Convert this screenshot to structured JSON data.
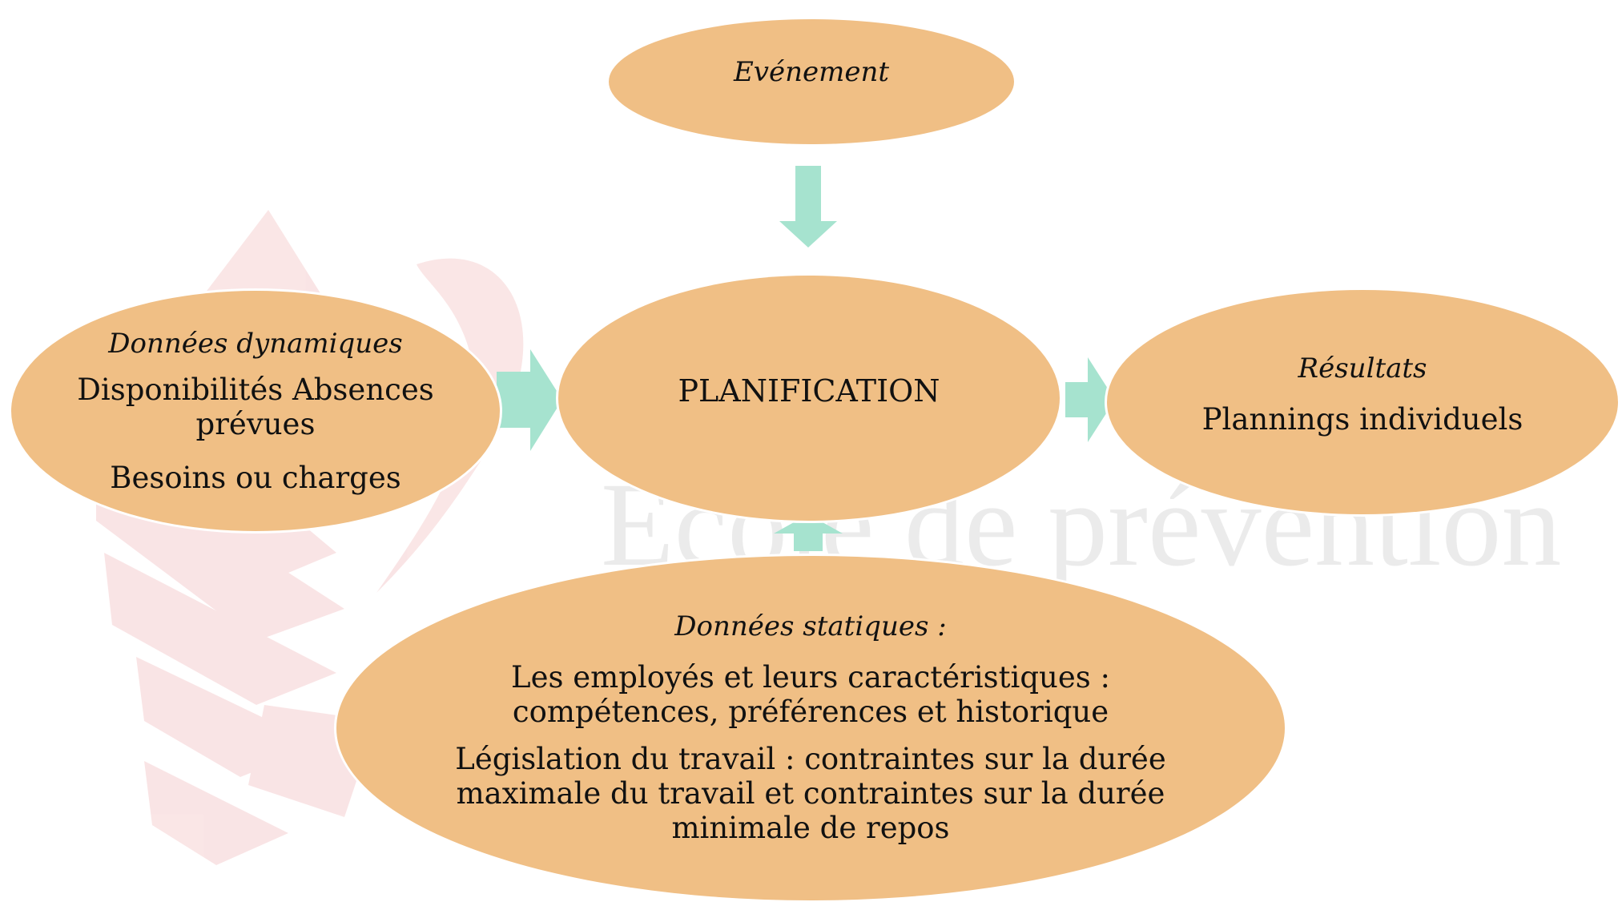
{
  "colors": {
    "node_fill": "#F0BF85",
    "arrow_fill": "#A6E3CF",
    "watermark_red": "#D93A3F",
    "watermark_gray": "#A9A9A9"
  },
  "watermark": {
    "text": "Ecole de prévention"
  },
  "nodes": {
    "evenement": {
      "title": "Evénement"
    },
    "dynamiques": {
      "title": "Données  dynamiques",
      "line1": "Disponibilités  Absences",
      "line2": "prévues",
      "line3": "Besoins ou  charges"
    },
    "planification": {
      "title": "PLANIFICATION"
    },
    "resultats": {
      "title": "Résultats",
      "line1": "Plannings  individuels"
    },
    "statiques": {
      "title": "Données statiques :",
      "line1": "Les employés et leurs caractéristiques :",
      "line2": "compétences, préférences et historique",
      "line3": "Législation du travail : contraintes sur la  durée",
      "line4": "maximale du travail et contraintes  sur la durée",
      "line5": "minimale de repos"
    }
  },
  "arrows": [
    {
      "from": "evenement",
      "to": "planification",
      "direction": "down"
    },
    {
      "from": "dynamiques",
      "to": "planification",
      "direction": "right"
    },
    {
      "from": "planification",
      "to": "resultats",
      "direction": "right"
    },
    {
      "from": "statiques",
      "to": "planification",
      "direction": "up"
    }
  ]
}
